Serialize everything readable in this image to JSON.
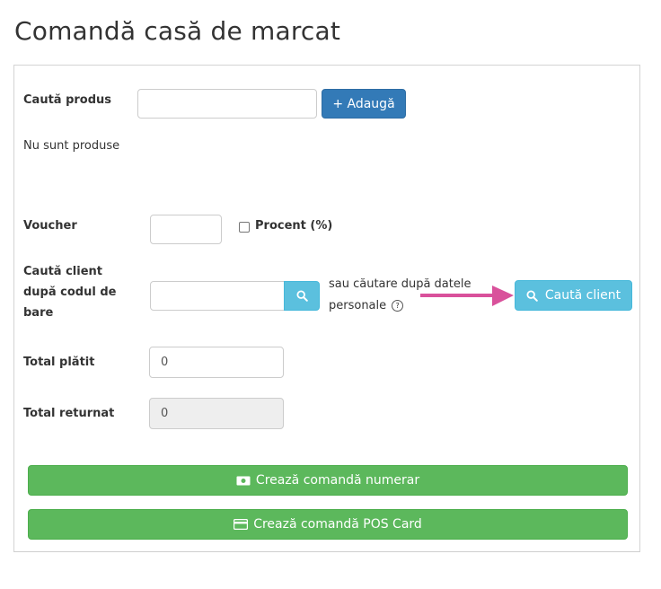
{
  "page": {
    "title": "Comandă casă de marcat"
  },
  "product": {
    "label": "Caută produs",
    "input_value": "",
    "add_label": "+ Adaugă",
    "empty_text": "Nu sunt produse"
  },
  "voucher": {
    "label": "Voucher",
    "input_value": "",
    "percent_label": "Procent (%)"
  },
  "client": {
    "label_line1": "Caută client",
    "label_line2": "după codul de",
    "label_line3": "bare",
    "input_value": "",
    "hint_line1": "sau căutare după datele",
    "hint_line2": "personale",
    "search_label": "Caută client"
  },
  "totals": {
    "paid_label": "Total plătit",
    "paid_value": "0",
    "returned_label": "Total returnat",
    "returned_value": "0"
  },
  "actions": {
    "cash_label": "Crează comandă numerar",
    "card_label": "Crează comandă POS Card"
  },
  "colors": {
    "primary": "#337ab7",
    "info": "#5bc0de",
    "success": "#5cb85c",
    "arrow": "#d9519b"
  },
  "icons": [
    "search-icon",
    "question-circle-icon",
    "money-icon",
    "credit-card-icon",
    "arrow-annotation"
  ]
}
